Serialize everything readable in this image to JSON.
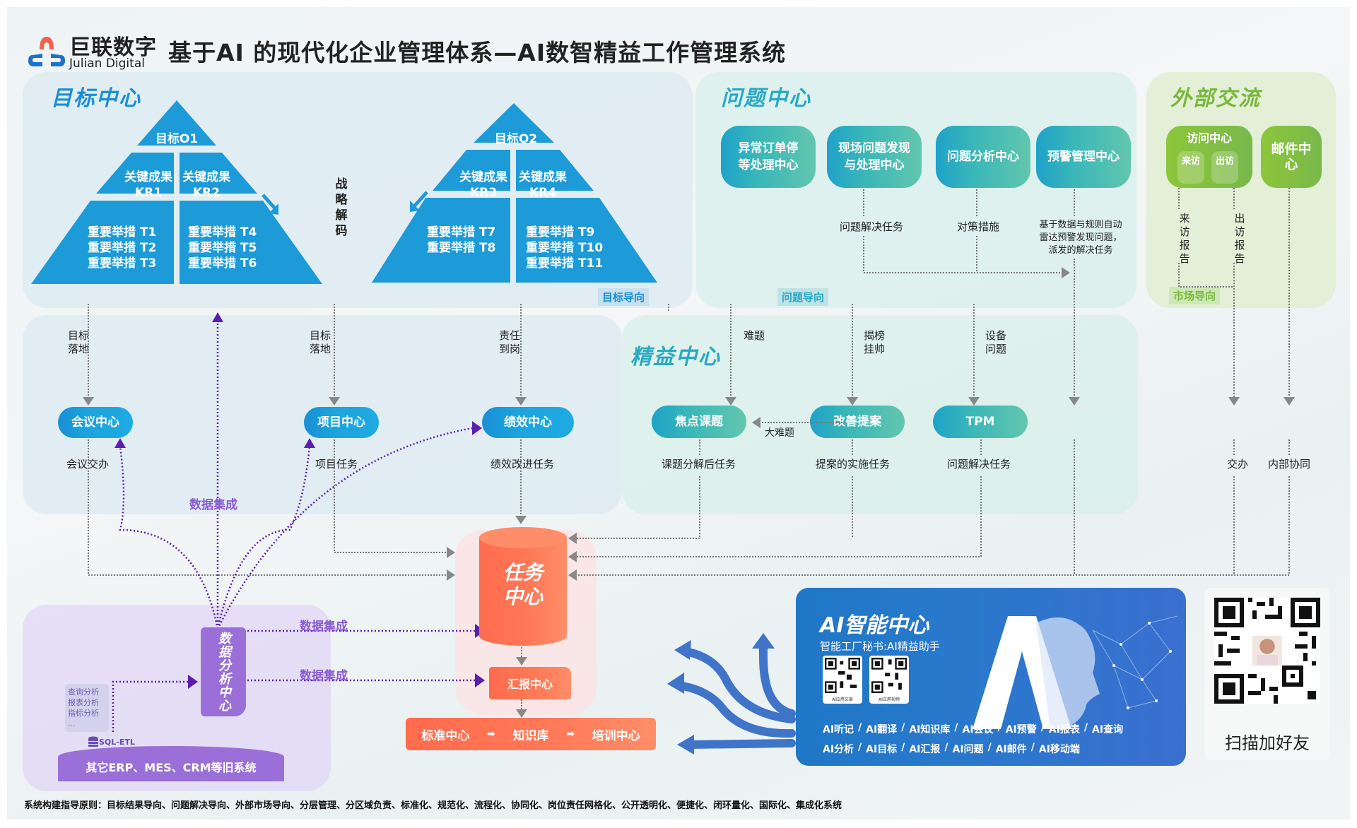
{
  "header": {
    "logo_cn": "巨联数字",
    "logo_en": "Julian Digital",
    "title": "基于AI 的现代化企业管理体系—AI数智精益工作管理系统"
  },
  "goal_center": {
    "title": "目标中心",
    "pyramids": [
      {
        "objective": "目标O1",
        "krs": [
          {
            "line1": "关键成果",
            "line2": "KR1"
          },
          {
            "line1": "关键成果",
            "line2": "KR2"
          }
        ],
        "measures_left": [
          "重要举措 T1",
          "重要举措 T2",
          "重要举措 T3"
        ],
        "measures_right": [
          "重要举措 T4",
          "重要举措 T5",
          "重要举措 T6"
        ]
      },
      {
        "objective": "目标O2",
        "krs": [
          {
            "line1": "关键成果",
            "line2": "KR3"
          },
          {
            "line1": "关键成果",
            "line2": "KR4"
          }
        ],
        "measures_left": [
          "重要举措 T7",
          "重要举措 T8"
        ],
        "measures_right": [
          "重要举措 T9",
          "重要举措 T10",
          "重要举措 T11"
        ]
      }
    ],
    "strategy_label": "战略解码",
    "orientation_tag": "目标导向"
  },
  "problem_center": {
    "title": "问题中心",
    "nodes": [
      {
        "line1": "异常订单停",
        "line2": "等处理中心"
      },
      {
        "line1": "现场问题发现",
        "line2": "与处理中心"
      },
      {
        "line1": "问题分析中心",
        "line2": ""
      },
      {
        "line1": "预警管理中心",
        "line2": ""
      }
    ],
    "labels": {
      "problem_task": "问题解决任务",
      "countermeasure": "对策措施",
      "alert_line1": "基于数据与规则自动",
      "alert_line2": "雷达预警发现问题，",
      "alert_line3": "派发的解决任务"
    },
    "orientation_tag": "问题导向"
  },
  "external": {
    "title": "外部交流",
    "visit_center": "访问中心",
    "incoming": "来访",
    "outgoing": "出访",
    "mail_center": "邮件中心",
    "incoming_report": "来访报告",
    "outgoing_report": "出访报告",
    "orientation_tag": "市场导向"
  },
  "execution": {
    "meeting": {
      "name": "会议中心",
      "in_label": "目标落地",
      "out_label": "会议交办"
    },
    "project": {
      "name": "项目中心",
      "in_label": "目标落地",
      "out_label": "项目任务"
    },
    "performance": {
      "name": "绩效中心",
      "in_label": "责任到岗",
      "out_label": "绩效改进任务"
    }
  },
  "lean_center": {
    "title": "精益中心",
    "focus": {
      "name": "焦点课题",
      "in_label": "难题",
      "out_label": "课题分解后任务"
    },
    "improve": {
      "name": "改善提案",
      "in_label": "揭榜挂帅",
      "out_label": "提案的实施任务"
    },
    "tpm": {
      "name": "TPM",
      "in_label": "设备问题",
      "out_label": "问题解决任务"
    },
    "big_problem": "大难题"
  },
  "right_flows": {
    "assign": "交办",
    "internal": "内部协同"
  },
  "data_center": {
    "name": "数据分析中心",
    "integration_label": "数据集成",
    "analysis_items": [
      "查询分析",
      "报表分析",
      "指标分析",
      "..."
    ],
    "etl": "SQL-ETL",
    "legacy": "其它ERP、MES、CRM等旧系统"
  },
  "task_center": {
    "name_line1": "任务",
    "name_line2": "中心",
    "report_center": "汇报中心",
    "chain": [
      "标准中心",
      "知识库",
      "培训中心"
    ]
  },
  "ai_center": {
    "title": "AI智能中心",
    "subtitle": "智能工厂秘书:AI精益助手",
    "qr_captions": [
      "AI应用文章",
      "AI应用视频"
    ],
    "features_row1": [
      "AI听记",
      "AI翻译",
      "AI知识库",
      "AI会议",
      "AI预警",
      "AI报表",
      "AI查询"
    ],
    "features_row2": [
      "AI分析",
      "AI目标",
      "AI汇报",
      "AI问题",
      "AI邮件",
      "AI移动端"
    ]
  },
  "qr_card": {
    "caption": "扫描加好友"
  },
  "footer": {
    "principles": "系统构建指导原则：目标结果导向、问题解决导向、外部市场导向、分层管理、分区域负责、标准化、规范化、流程化、协同化、岗位责任网格化、公开透明化、便捷化、闭环量化、国际化、集成化系统"
  },
  "colors": {
    "goal_blue": "#1d9ad8",
    "problem_teal": "#2aa9c4",
    "external_green": "#7ab84a",
    "data_purple": "#9a6fd8",
    "task_orange": "#ff6e50",
    "ai_blue": "#2a78cc"
  }
}
